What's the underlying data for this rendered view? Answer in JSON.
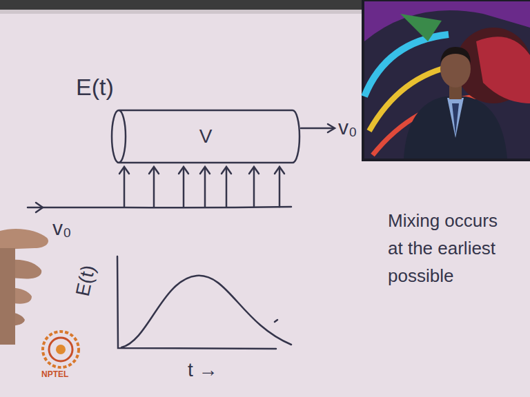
{
  "diagram": {
    "title": "E(t)",
    "nodes": [
      {
        "text": [
          "V"
        ]
      }
    ],
    "labels": [
      "v₀",
      "v₀",
      "E(t)",
      "t →",
      "Mixing occurs at the earliest possible",
      "NPTEL"
    ]
  }
}
